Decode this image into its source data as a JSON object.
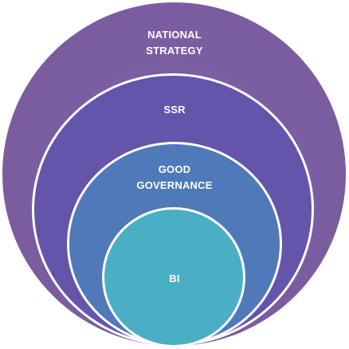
{
  "diagram": {
    "levels": [
      {
        "label": "NATIONAL\nSTRATEGY",
        "color": "#7a5c9f"
      },
      {
        "label": "SSR",
        "color": "#6454aa"
      },
      {
        "label": "GOOD\nGOVERNANCE",
        "color": "#4f79b8"
      },
      {
        "label": "BI",
        "color": "#4aafc4"
      }
    ],
    "ring_border_color": "#ffffff",
    "text_color": "#ffffff"
  }
}
